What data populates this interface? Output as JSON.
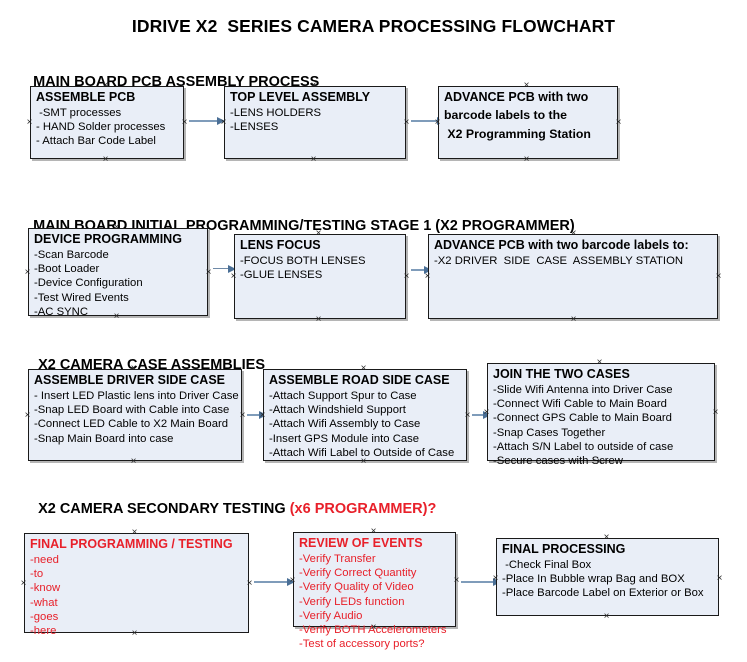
{
  "title": "IDRIVE X2  SERIES CAMERA PROCESSING FLOWCHART",
  "colors": {
    "box_fill": "#e9eef7",
    "box_border": "#1a1a1a",
    "accent_red": "#e8202a",
    "arrow": "#7f9cba",
    "text": "#000000"
  },
  "sections": [
    {
      "heading": "MAIN BOARD PCB ASSEMBLY PROCESS",
      "heading_accent": "",
      "boxes": [
        {
          "title": "ASSEMBLE PCB",
          "lines": [
            " -SMT processes",
            "- HAND Solder processes",
            "- Attach Bar Code Label"
          ]
        },
        {
          "title": "TOP LEVEL ASSEMBLY",
          "lines": [
            "-LENS HOLDERS",
            "-LENSES"
          ]
        },
        {
          "title": "ADVANCE PCB with two",
          "lines": [
            "barcode labels to the",
            " X2 Programming Station"
          ]
        }
      ]
    },
    {
      "heading": "MAIN BOARD INITIAL PROGRAMMING/TESTING STAGE 1 (X2 PROGRAMMER)",
      "heading_accent": "",
      "boxes": [
        {
          "title": "DEVICE PROGRAMMING",
          "lines": [
            "-Scan Barcode",
            "-Boot Loader",
            "-Device Configuration",
            "-Test Wired Events",
            "-AC SYNC"
          ]
        },
        {
          "title": "LENS FOCUS",
          "lines": [
            "-FOCUS BOTH LENSES",
            "-GLUE LENSES"
          ]
        },
        {
          "title": "ADVANCE PCB with two barcode labels to:",
          "lines": [
            "-X2 DRIVER  SIDE  CASE  ASSEMBLY STATION"
          ]
        }
      ]
    },
    {
      "heading": "X2 CAMERA CASE ASSEMBLIES",
      "heading_accent": "",
      "boxes": [
        {
          "title": "ASSEMBLE DRIVER SIDE CASE",
          "lines": [
            "- Insert LED Plastic lens into Driver Case",
            "-Snap LED Board with Cable into Case",
            "-Connect LED Cable to X2 Main Board",
            "-Snap Main Board into case"
          ]
        },
        {
          "title": "ASSEMBLE ROAD SIDE CASE",
          "lines": [
            "-Attach Support Spur to Case",
            "-Attach Windshield Support",
            "-Attach Wifi Assembly to Case",
            "-Insert GPS Module into Case",
            "-Attach Wifi Label to Outside of Case"
          ]
        },
        {
          "title": "JOIN THE TWO CASES",
          "lines": [
            "-Slide Wifi Antenna into Driver Case",
            "-Connect Wifi Cable to Main Board",
            "-Connect GPS Cable to Main Board",
            "-Snap Cases Together",
            "-Attach S/N Label to outside of case",
            "-Secure cases with Screw"
          ]
        }
      ]
    },
    {
      "heading": "X2 CAMERA SECONDARY TESTING ",
      "heading_accent": "(x6 PROGRAMMER)?",
      "boxes": [
        {
          "title": "FINAL PROGRAMMING / TESTING",
          "lines": [
            "-need",
            "-to",
            "-know",
            "-what",
            "-goes",
            "-here"
          ]
        },
        {
          "title": "REVIEW OF EVENTS",
          "lines": [
            "-Verify Transfer",
            "-Verify Correct Quantity",
            "-Verify Quality of Video",
            "-Verify LEDs function",
            "-Verify Audio",
            "-Verify BOTH Accelerometers",
            "-Test of accessory ports?"
          ]
        },
        {
          "title": "FINAL PROCESSING",
          "lines": [
            " -Check Final Box",
            "-Place In Bubble wrap Bag and BOX",
            "-Place Barcode Label on Exterior or Box"
          ]
        }
      ]
    }
  ]
}
